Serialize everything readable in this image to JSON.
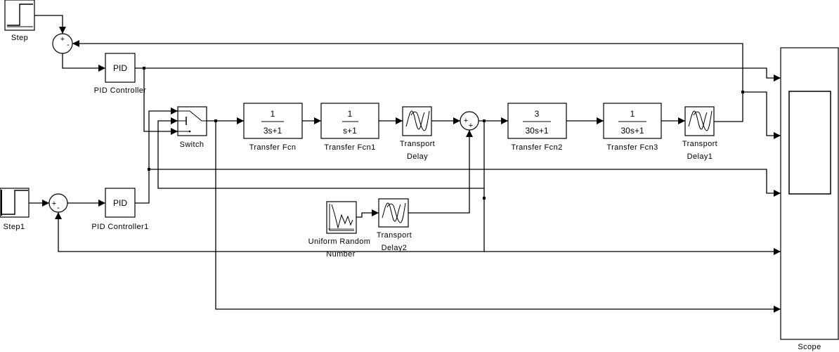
{
  "model": {
    "colors": {
      "background": "#ffffff",
      "line": "#000000"
    },
    "blocks": {
      "step": {
        "label": "Step",
        "icon": "step-waveform-icon"
      },
      "step1": {
        "label": "Step1",
        "icon": "step-waveform-icon"
      },
      "sum": {
        "signs": [
          "+",
          "-"
        ]
      },
      "sum1": {
        "signs": [
          "+",
          "-"
        ]
      },
      "sum2": {
        "signs": [
          "+",
          "+"
        ]
      },
      "pid_controller": {
        "text": "PID",
        "label": "PID Controller"
      },
      "pid_controller1": {
        "text": "PID",
        "label": "PID Controller1"
      },
      "switch": {
        "label": "Switch",
        "icon": "switch-icon"
      },
      "transfer_fcn": {
        "numerator": "1",
        "denominator": "3s+1",
        "label": "Transfer Fcn"
      },
      "transfer_fcn1": {
        "numerator": "1",
        "denominator": "s+1",
        "label": "Transfer Fcn1"
      },
      "transfer_fcn2": {
        "numerator": "3",
        "denominator": "30s+1",
        "label": "Transfer Fcn2"
      },
      "transfer_fcn3": {
        "numerator": "1",
        "denominator": "30s+1",
        "label": "Transfer Fcn3"
      },
      "transport_delay": {
        "label_line1": "Transport",
        "label_line2": "Delay",
        "icon": "delay-wave-icon"
      },
      "transport_delay1": {
        "label_line1": "Transport",
        "label_line2": "Delay1",
        "icon": "delay-wave-icon"
      },
      "transport_delay2": {
        "label_line1": "Transport",
        "label_line2": "Delay2",
        "icon": "delay-wave-icon"
      },
      "uniform_random_number": {
        "label_line1": "Uniform Random",
        "label_line2": "Number",
        "icon": "random-signal-icon"
      },
      "scope": {
        "label": "Scope",
        "inputs": 5,
        "icon": "scope-screen-icon"
      }
    }
  }
}
